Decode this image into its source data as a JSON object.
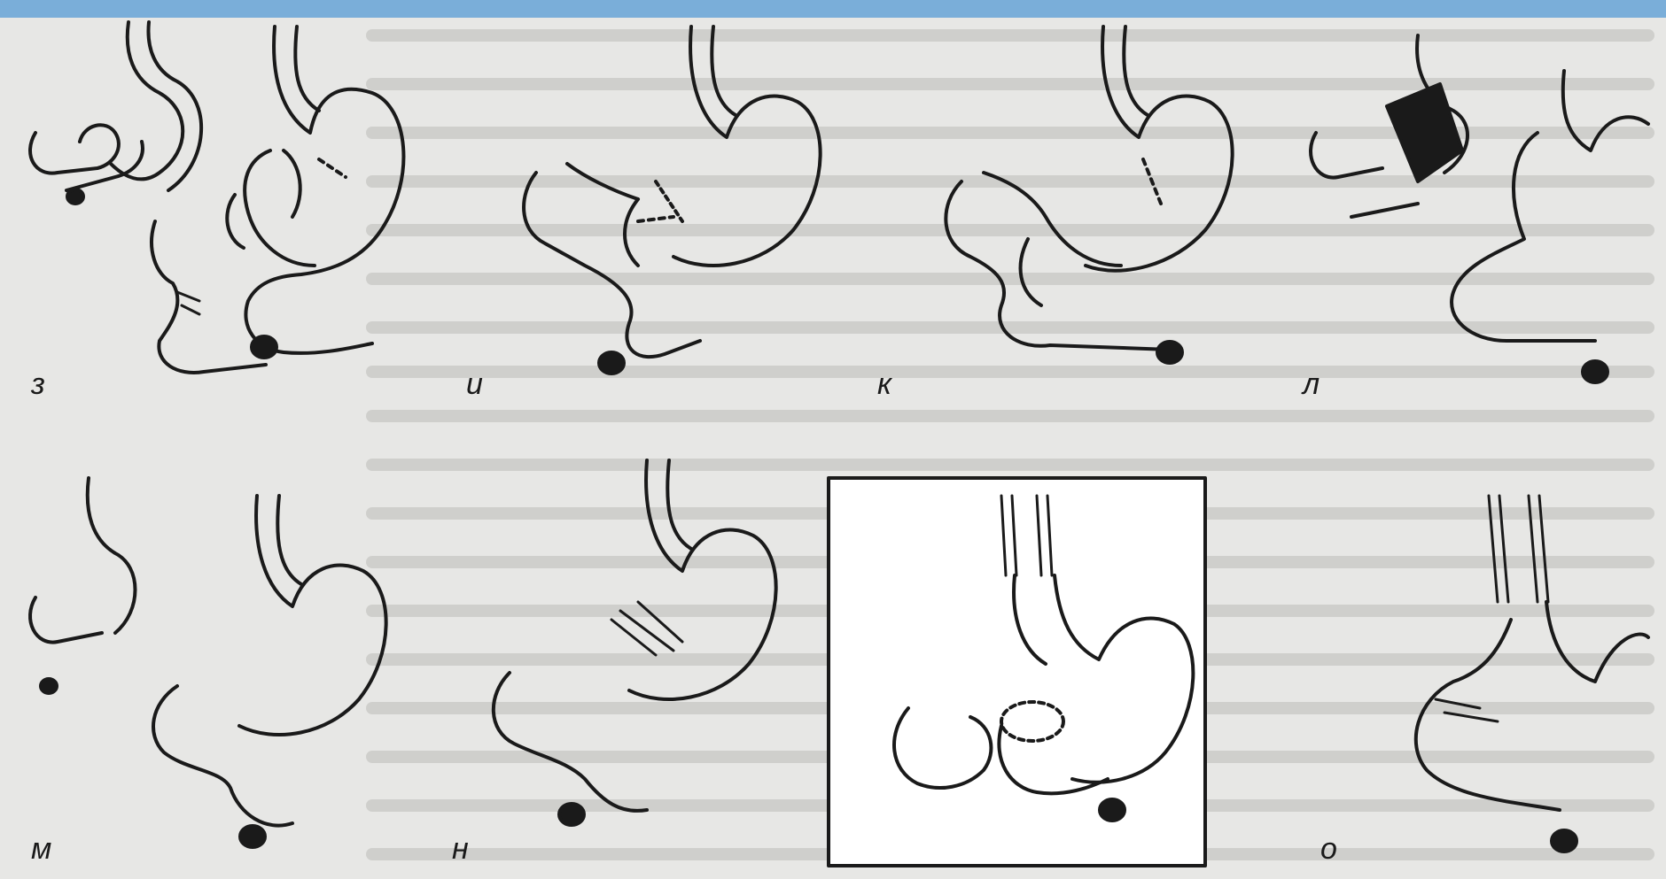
{
  "figure": {
    "panel_labels": [
      "з",
      "и",
      "к",
      "л",
      "м",
      "н",
      "о"
    ]
  },
  "colors": {
    "background": "#e7e7e5",
    "ink": "#1a1a1a",
    "top_bar": "#7aaed9"
  }
}
